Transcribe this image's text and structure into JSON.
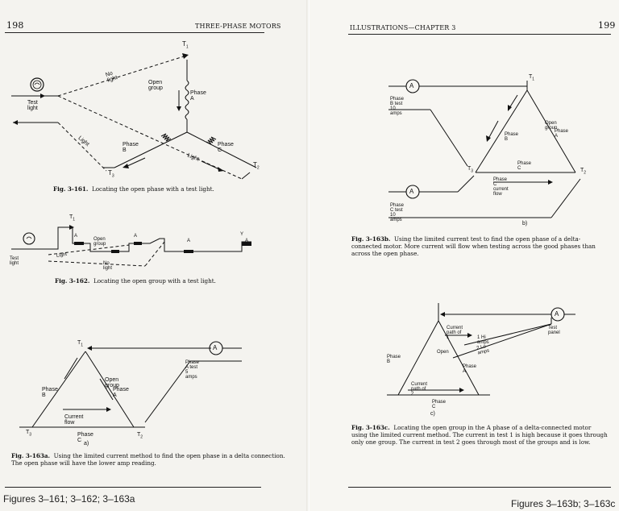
{
  "left_page": {
    "page_number": "198",
    "running_head": "THREE-PHASE MOTORS",
    "footer": "Figures 3–161; 3–162; 3–163a",
    "fig161": {
      "labels": {
        "t1": "T",
        "t1_sub": "1",
        "t2": "T",
        "t2_sub": "2",
        "t3": "T",
        "t3_sub": "3",
        "no_light": "No light",
        "open_group": "Open group",
        "phase_a": "Phase A",
        "phase_b": "Phase B",
        "phase_c": "Phase C",
        "test_light": "Test light",
        "light1": "Light",
        "light2": "Light"
      },
      "caption_num": "Fig. 3-161.",
      "caption_text": "Locating the open phase with a test light."
    },
    "fig162": {
      "labels": {
        "test_light": "Test light",
        "light": "Light",
        "open_group": "Open group",
        "no_light": "No light",
        "a1": "A",
        "a2": "A",
        "a3": "A",
        "a4": "A",
        "t1": "T",
        "t1_sub": "1",
        "y": "Y"
      },
      "caption_num": "Fig. 3-162.",
      "caption_text": "Locating the open group with a test light."
    },
    "fig163a": {
      "labels": {
        "t1": "T",
        "t1_sub": "1",
        "t2": "T",
        "t2_sub": "2",
        "t3": "T",
        "t3_sub": "3",
        "meter": "A",
        "phase_a_test": "Phase A test 5 amps",
        "open_group": "Open group",
        "phase_a": "Phase A",
        "phase_b": "Phase B",
        "phase_c": "Phase C",
        "current_flow": "Current flow",
        "sub": "a)"
      },
      "caption_num": "Fig. 3-163a.",
      "caption_text": "Using the limited current method to find the open phase in a delta connection. The open phase will have the lower amp reading."
    }
  },
  "right_page": {
    "page_number": "199",
    "running_head": "ILLUSTRATIONS—CHAPTER 3",
    "footer": "Figures 3–163b; 3–163c",
    "fig163b": {
      "labels": {
        "meter1": "A",
        "meter2": "A",
        "phase_b_test": "Phase B test 10 amps",
        "phase_c_test": "Phase C test 10 amps",
        "open_group": "Open group",
        "phase_a": "Phase A",
        "phase_b": "Phase B",
        "phase_c": "Phase C",
        "current_flow": "Phase C current flow",
        "t1": "T",
        "t1_sub": "1",
        "t2": "T",
        "t2_sub": "2",
        "t3": "T",
        "t3_sub": "3",
        "sub": "b)"
      },
      "caption_num": "Fig. 3-163b.",
      "caption_text": "Using the limited current test to find the open phase of a delta-connected motor. More current will flow when testing across the good phases than across the open phase."
    },
    "fig163c": {
      "labels": {
        "meter": "A",
        "test_panel": "Test panel",
        "path1": "Current path of 1",
        "hi_amps": "1 Hi amps",
        "lo_amps": "2 Lo amps",
        "open": "Open",
        "phase_a": "Phase A",
        "phase_b": "Phase B",
        "phase_c": "Phase C",
        "path2": "Current path of 2",
        "sub": "c)"
      },
      "caption_num": "Fig. 3-163c.",
      "caption_text": "Locating the open group in the A phase of a delta-connected motor using the limited current method. The current in test 1 is high because it goes through only one group. The current in test 2 goes through most of the groups and is low."
    }
  }
}
